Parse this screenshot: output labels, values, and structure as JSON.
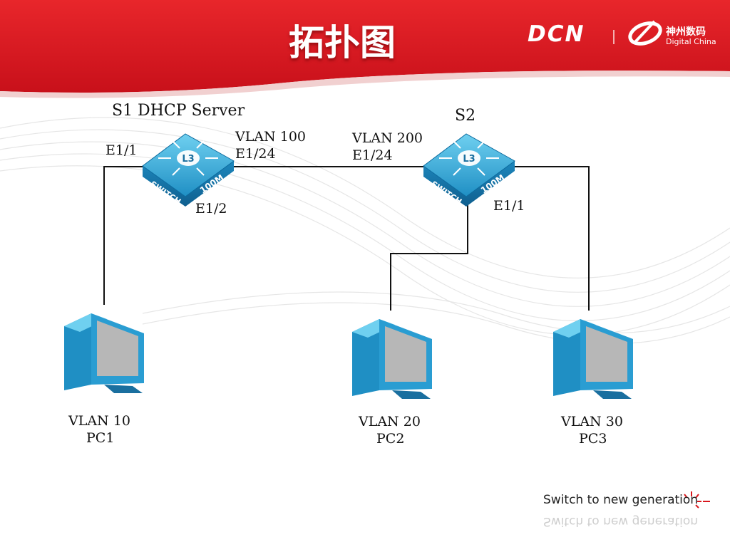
{
  "header": {
    "title": "拓扑图",
    "brand_dcn": "DCN",
    "brand_cn": "神州数码",
    "brand_en": "Digital China",
    "color_red": "#d9171d"
  },
  "switches": [
    {
      "name": "S1 DHCP Server",
      "body_text": "SWITCH",
      "speed": "100M",
      "layer": "L3"
    },
    {
      "name": "S2",
      "body_text": "SWITCH",
      "speed": "100M",
      "layer": "L3"
    }
  ],
  "ports": {
    "s1_e1_1": "E1/1",
    "s1_vlan": "VLAN 100",
    "s1_e1_24": "E1/24",
    "s1_e1_2": "E1/2",
    "s2_vlan": "VLAN 200",
    "s2_e1_24": "E1/24",
    "s2_e1_1": "E1/1"
  },
  "pcs": [
    {
      "vlan": "VLAN 10",
      "name": "PC1"
    },
    {
      "vlan": "VLAN 20",
      "name": "PC2"
    },
    {
      "vlan": "VLAN 30",
      "name": "PC3"
    }
  ],
  "footer": {
    "slogan": "Switch to new generation"
  }
}
